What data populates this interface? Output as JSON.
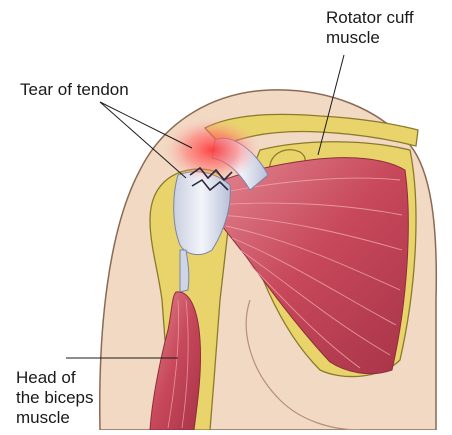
{
  "labels": {
    "rotator_cuff": [
      "Rotator cuff",
      "muscle"
    ],
    "tear": "Tear of tendon",
    "biceps": [
      "Head of",
      "the biceps",
      "muscle"
    ]
  },
  "colors": {
    "skin": "#f2d9c4",
    "skin_outline": "#8a6a55",
    "bone": "#e8d46a",
    "bone_outline": "#8a7a2a",
    "muscle": "#c7485a",
    "muscle_light": "#e07a86",
    "tendon": "#e9ecf2",
    "tendon_shade": "#9aa4c0",
    "tear_glow": "#ff3b3b"
  }
}
